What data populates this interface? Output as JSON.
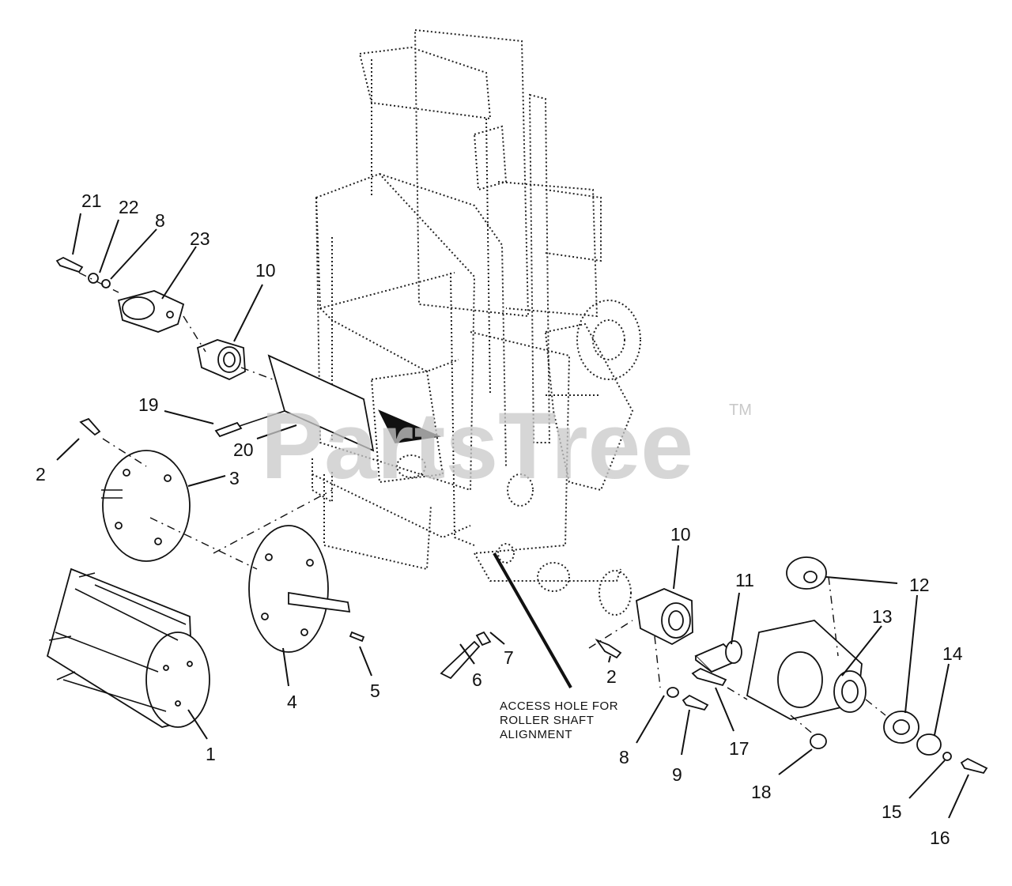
{
  "watermark": {
    "text": "PartsTree",
    "trademark": "TM"
  },
  "note": {
    "lines": [
      "ACCESS HOLE FOR",
      "ROLLER SHAFT",
      "ALIGNMENT"
    ]
  },
  "callouts": {
    "c21": "21",
    "c22": "22",
    "c8a": "8",
    "c23": "23",
    "c10a": "10",
    "c19": "19",
    "c20": "20",
    "c2a": "2",
    "c3": "3",
    "c4": "4",
    "c5": "5",
    "c1": "1",
    "c6": "6",
    "c7": "7",
    "c2b": "2",
    "c10b": "10",
    "c11": "11",
    "c12a": "12",
    "c13": "13",
    "c12b": "12",
    "c14": "14",
    "c8b": "8",
    "c9": "9",
    "c17": "17",
    "c18": "18",
    "c15": "15",
    "c16": "16"
  },
  "colors": {
    "line": "#111111",
    "watermark": "#c9c9c9",
    "background": "#ffffff"
  }
}
